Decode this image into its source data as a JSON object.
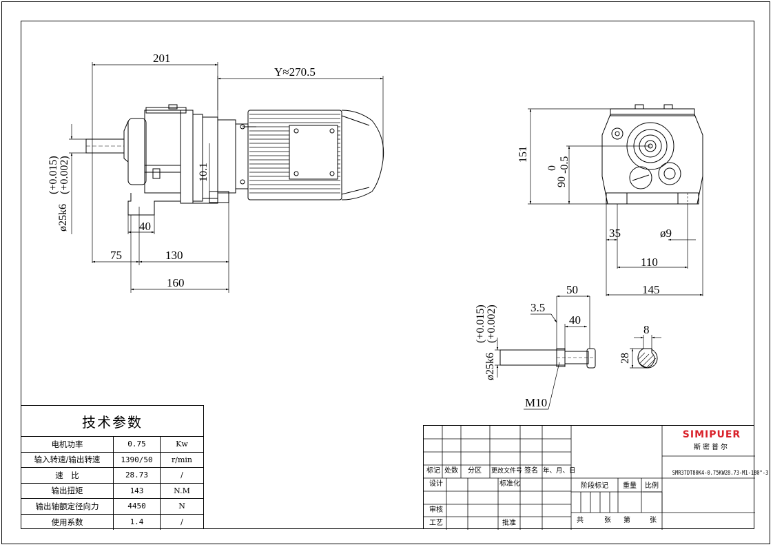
{
  "dimensions": {
    "overall_length": "201",
    "motor_length": "Y≈270.5",
    "shaft_diameter": "ø25k6",
    "shaft_tolerance_upper": "(+0.015)",
    "shaft_tolerance_lower": "(+0.002)",
    "flange_offset": "10.1",
    "base_step": "40",
    "base_left": "75",
    "base_center": "130",
    "base_width": "160",
    "height": "151",
    "center_height": "90",
    "center_height_tol_upper": "0",
    "center_height_tol_lower": "-0.5",
    "foot_edge": "35",
    "hole_dia": "ø9",
    "foot_spacing": "110",
    "foot_width": "145",
    "shaft_length": "50",
    "shaft_shoulder": "3.5",
    "key_length": "40",
    "thread": "M10",
    "key_width": "8",
    "key_height": "28"
  },
  "tech_table": {
    "title": "技术参数",
    "rows": [
      {
        "name": "电机功率",
        "value": "0.75",
        "unit": "Kw"
      },
      {
        "name": "输入转速/输出转速",
        "value": "1390/50",
        "unit": "r/min"
      },
      {
        "name": "速　比",
        "value": "28.73",
        "unit": "/"
      },
      {
        "name": "输出扭矩",
        "value": "143",
        "unit": "N.M"
      },
      {
        "name": "输出轴额定径向力",
        "value": "4450",
        "unit": "N"
      },
      {
        "name": "使用系数",
        "value": "1.4",
        "unit": "/"
      }
    ]
  },
  "title_block": {
    "brand": "SIMIPUER",
    "brand_cn": "斯密普尔",
    "brand_color": "#d9212a",
    "model": "SMR37DT80K4-0.75KW28.73-M1-180°-3",
    "rev_headers": [
      "标记",
      "处数",
      "分区",
      "更改文件号",
      "签名",
      "年、月、日"
    ],
    "design": "设计",
    "standardize": "标准化",
    "review": "审核",
    "process": "工艺",
    "approve": "批准",
    "stage_mark": "阶段标记",
    "weight": "重量",
    "scale": "比例",
    "total": "共",
    "sheets": "张",
    "no": "第",
    "sheet": "张"
  }
}
